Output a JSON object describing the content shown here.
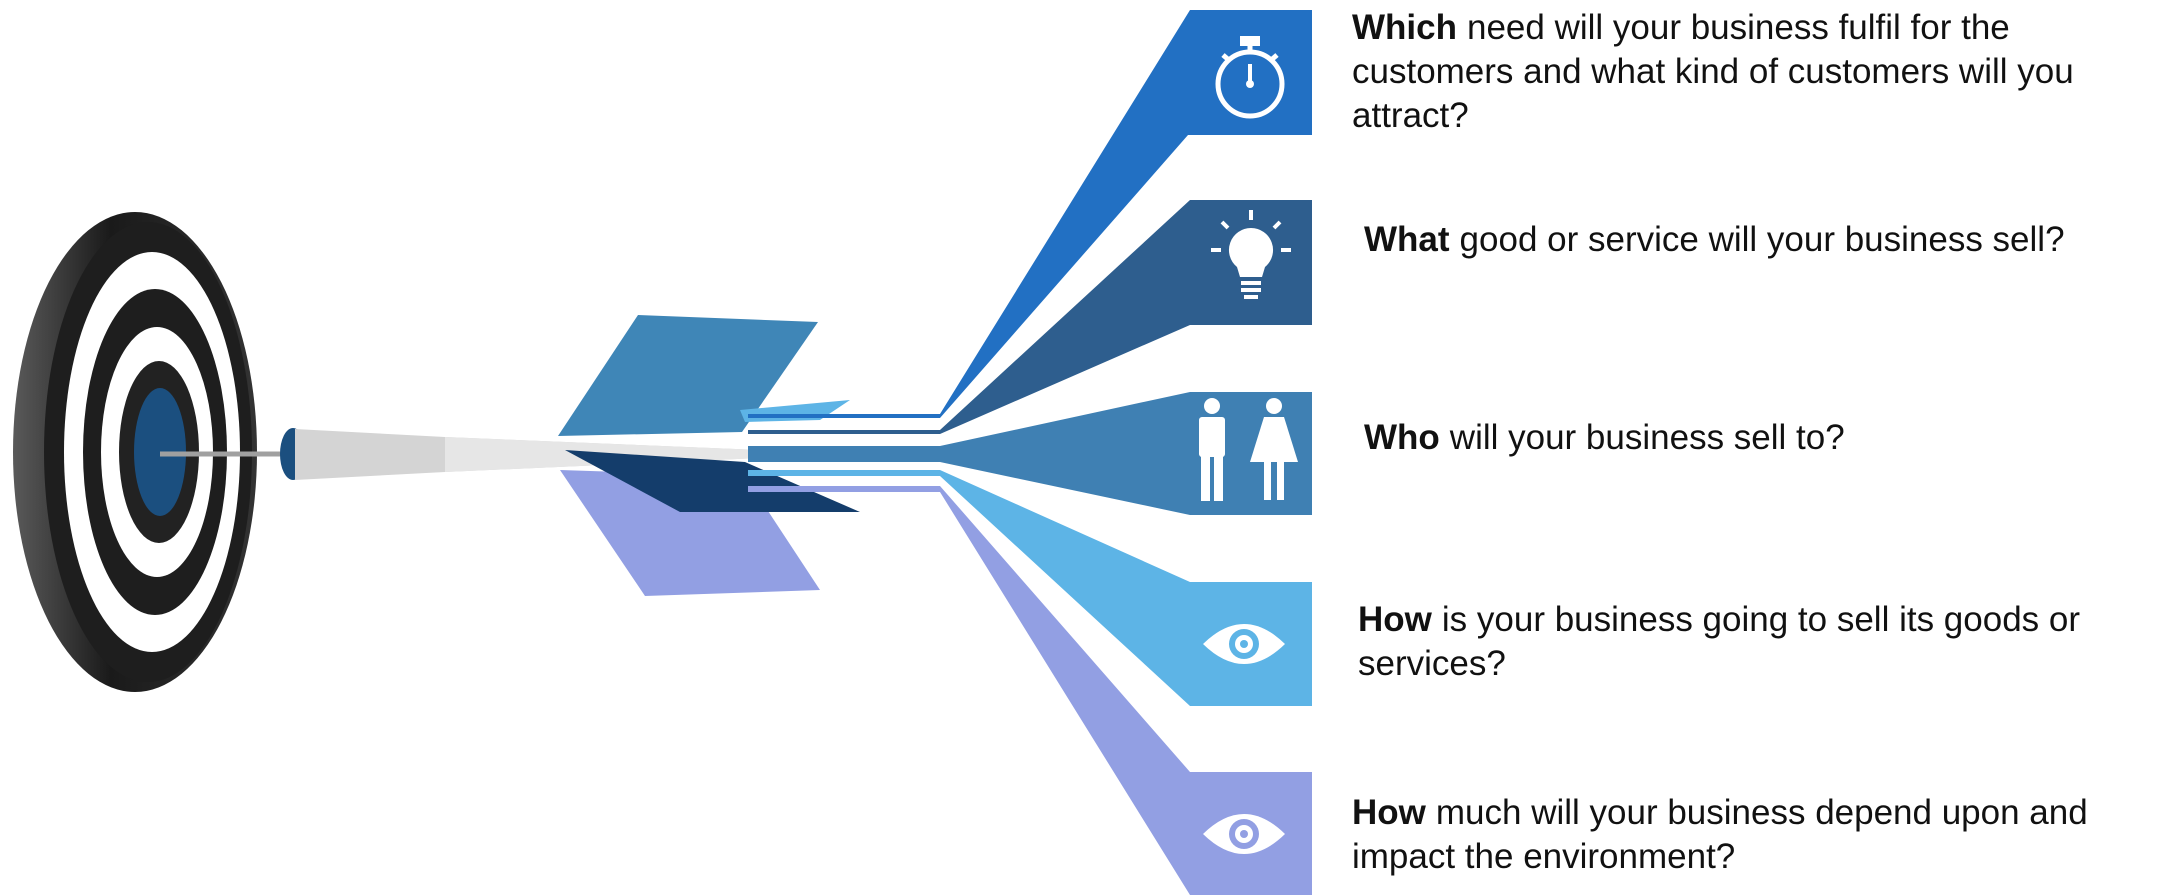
{
  "items": [
    {
      "lead": "Which",
      "text": "need will your business fulfil for the customers and what kind of customers will you attract?",
      "icon": "stopwatch-icon",
      "color": "#2270C3"
    },
    {
      "lead": "What",
      "text": "good or service will your business sell?",
      "icon": "lightbulb-icon",
      "color": "#2E5E8E"
    },
    {
      "lead": "Who",
      "text": "will your business sell to?",
      "icon": "people-icon",
      "color": "#3F80B3"
    },
    {
      "lead": "How",
      "text": "is your business going to sell its goods or services?",
      "icon": "eye-icon",
      "color": "#5DB4E6"
    },
    {
      "lead": "How",
      "text": "much will your business depend upon and impact the environment?",
      "icon": "eye-icon",
      "color": "#929FE3"
    }
  ],
  "colors": {
    "target_outer": "#1e1e1e",
    "target_bullseye": "#1b4f7f",
    "dart_body": "#d4d4d4",
    "dart_tip": "#1b4f7f",
    "fin_top": "#3f86b7",
    "fin_bottom": "#929fe3",
    "fin_dark": "#143d6b"
  }
}
